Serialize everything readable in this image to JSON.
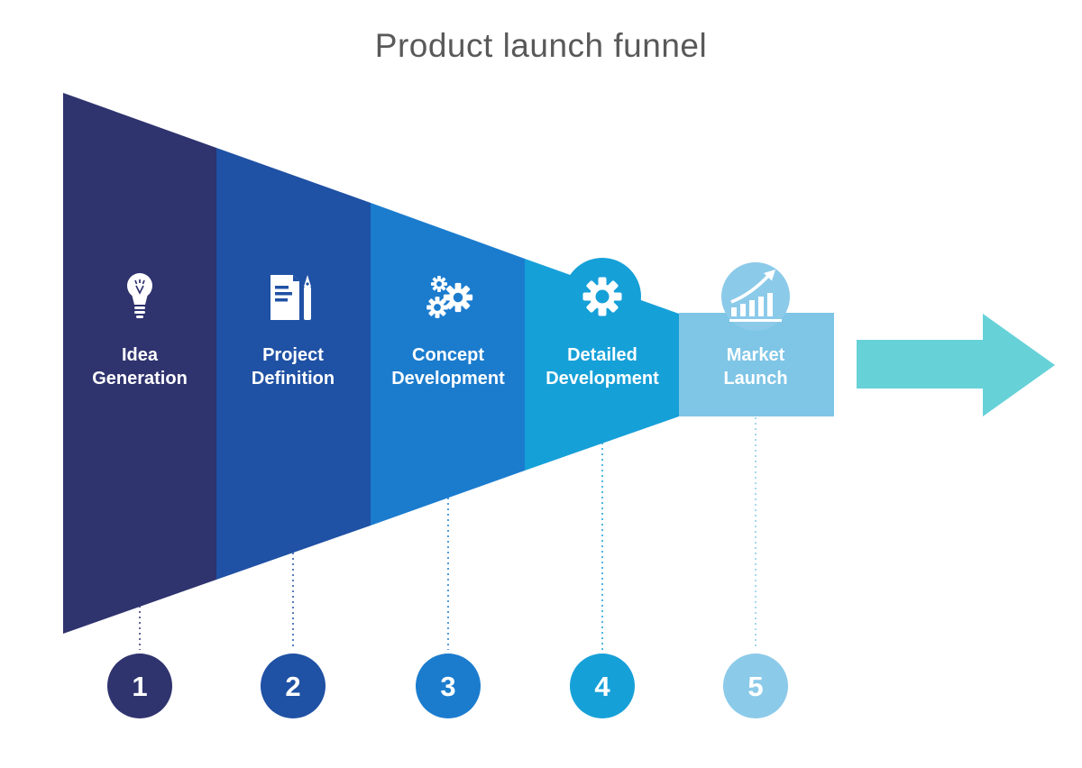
{
  "title": "Product launch funnel",
  "colors": {
    "background": "#FFFFFF",
    "title_text": "#595959",
    "label_text": "#FFFFFF",
    "icon_white": "#FFFFFF",
    "arrow": "#67D1D8"
  },
  "stages": [
    {
      "id": "idea-generation",
      "label_line1": "Idea",
      "label_line2": "Generation",
      "number": "1",
      "color": "#2F336E",
      "icon": "lightbulb-icon"
    },
    {
      "id": "project-definition",
      "label_line1": "Project",
      "label_line2": "Definition",
      "number": "2",
      "color": "#1F51A4",
      "icon": "document-pen-icon"
    },
    {
      "id": "concept-development",
      "label_line1": "Concept",
      "label_line2": "Development",
      "number": "3",
      "color": "#1B7CCE",
      "icon": "gears-icon"
    },
    {
      "id": "detailed-development",
      "label_line1": "Detailed",
      "label_line2": "Development",
      "number": "4",
      "color": "#16A0D8",
      "icon": "gear-icon"
    },
    {
      "id": "market-launch",
      "label_line1": "Market",
      "label_line2": "Launch",
      "number": "5",
      "color": "#7EC5E6",
      "circle_color": "#8CCAE9",
      "icon": "growth-chart-icon"
    }
  ]
}
